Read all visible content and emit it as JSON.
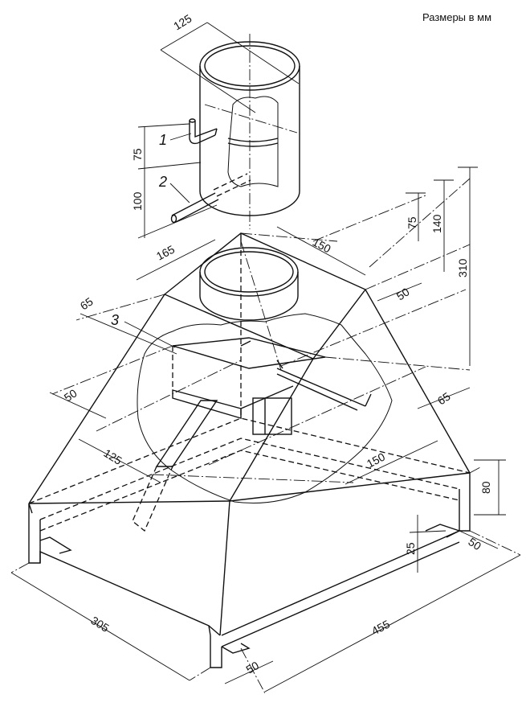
{
  "caption": "Размеры в мм",
  "callouts": {
    "c1": "1",
    "c2": "2",
    "c3": "3"
  },
  "dimensions": {
    "can_diameter": "125",
    "pipe1_height": "75",
    "pipe2_height": "100",
    "collar_depth": "165",
    "collar_width": "150",
    "h75": "75",
    "h140": "140",
    "h310": "310",
    "offset65_left": "65",
    "offset50_left": "50",
    "offset50_right": "50",
    "offset65_right": "65",
    "inner125": "125",
    "inner150": "150",
    "base_height80": "80",
    "foot_height25": "25",
    "foot50_right": "50",
    "base_depth305": "305",
    "base_width455": "455",
    "foot50_front": "50"
  }
}
